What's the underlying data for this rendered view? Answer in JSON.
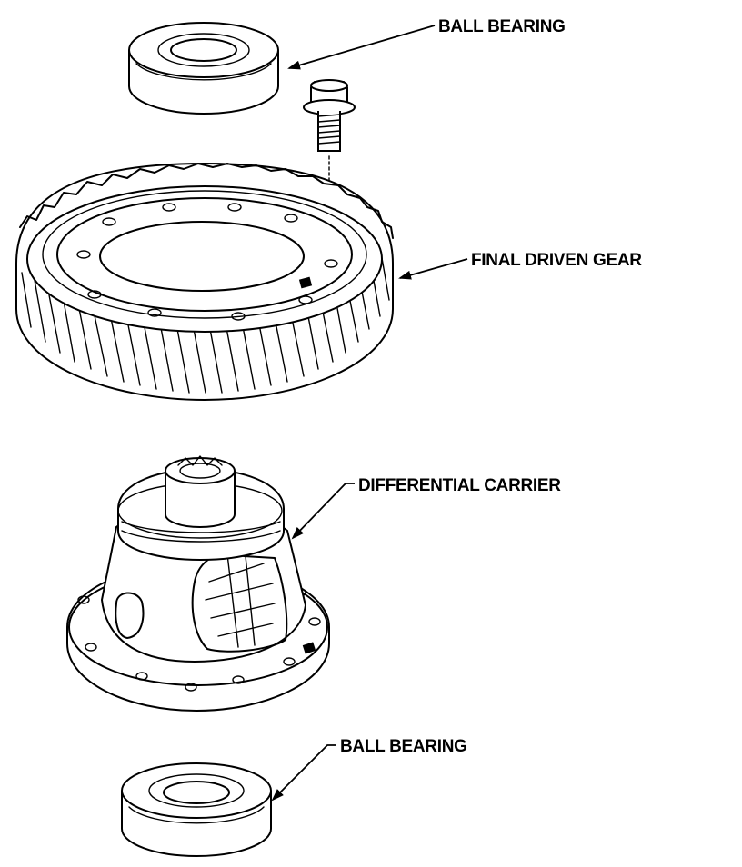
{
  "labels": {
    "ball_bearing_top": "BALL BEARING",
    "final_driven_gear": "FINAL DRIVEN GEAR",
    "differential_carrier": "DIFFERENTIAL CARRIER",
    "ball_bearing_bottom": "BALL BEARING"
  },
  "colors": {
    "ink": "#000000",
    "background": "#ffffff"
  }
}
